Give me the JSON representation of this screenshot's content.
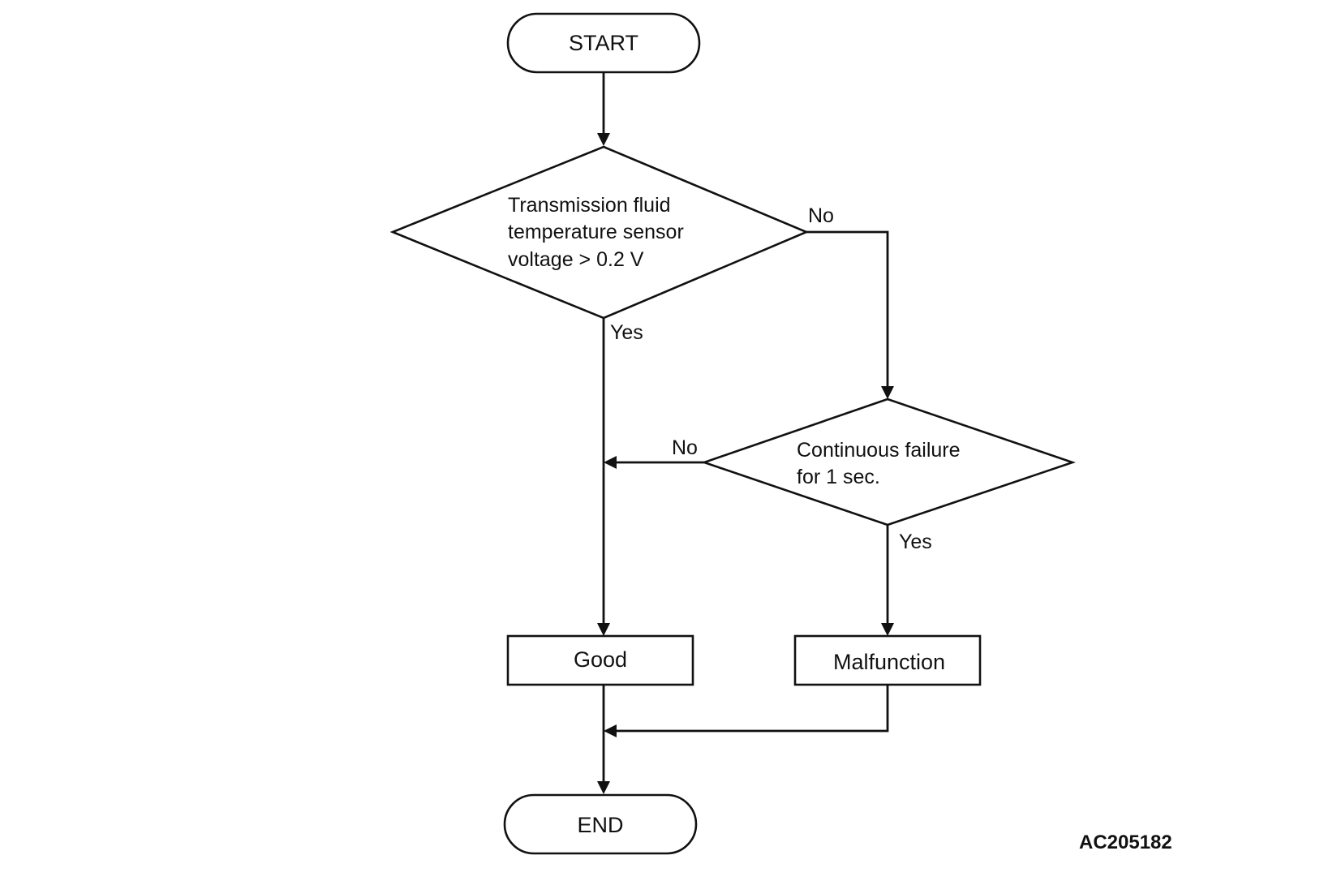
{
  "flowchart": {
    "start": "START",
    "decision1": {
      "lines": [
        "Transmission fluid",
        "temperature sensor",
        "voltage > 0.2 V"
      ],
      "yes_label": "Yes",
      "no_label": "No"
    },
    "decision2": {
      "lines": [
        "Continuous failure",
        "for 1 sec."
      ],
      "yes_label": "Yes",
      "no_label": "No"
    },
    "good": "Good",
    "malfunction": "Malfunction",
    "end": "END"
  },
  "figure_code": "AC205182"
}
